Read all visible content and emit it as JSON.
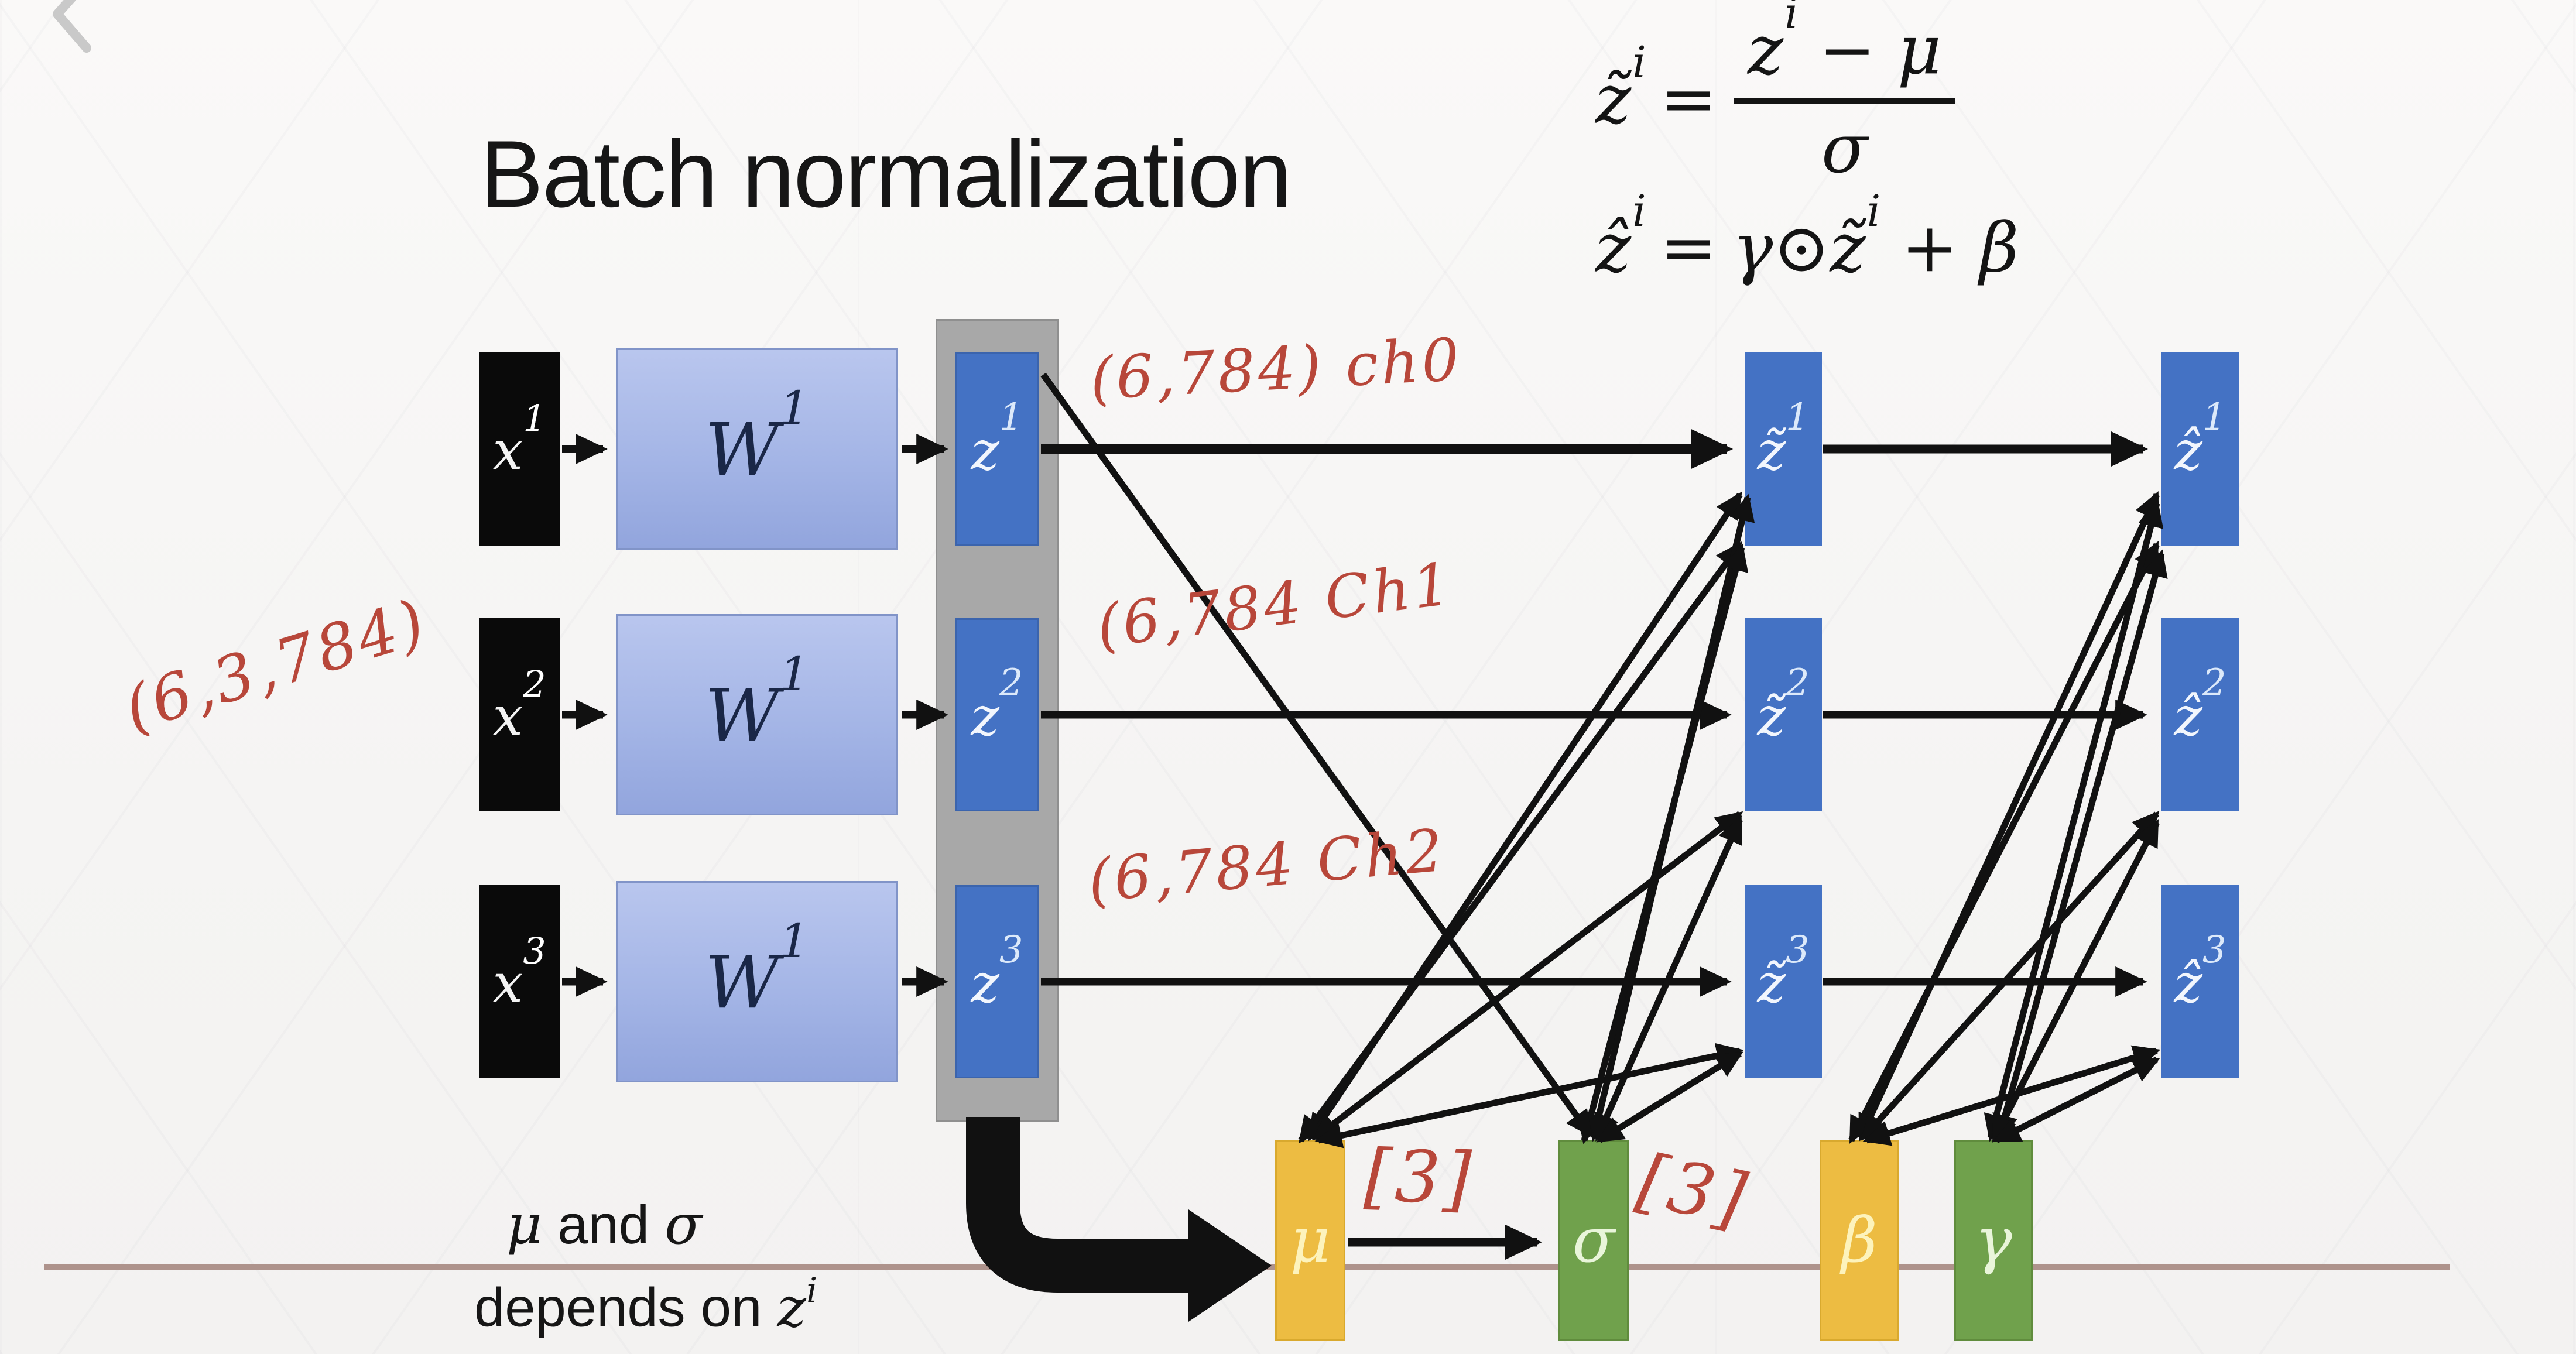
{
  "colors": {
    "ink": "#111111",
    "red": "#b8473a",
    "blue": "#4472c4",
    "blueBorder": "#3b64ad",
    "wTop": "#b9c6ee",
    "wBottom": "#92a5dd",
    "wBorder": "#8194c8",
    "gray": "#a8a8a8",
    "grayBorder": "#8f8f8f",
    "yellow": "#edbc42",
    "yellowBorder": "#d9a92e",
    "green": "#70a14c",
    "greenBorder": "#608c3d",
    "tan": "#ae938c",
    "chevron": "#c9c9c9",
    "text": "#161616"
  },
  "header": {
    "back_icon": "chevron-left"
  },
  "title": "Batch normalization",
  "formulas": {
    "f1": {
      "lhs_base": "z̃",
      "lhs_sup": "i",
      "eq": "=",
      "num_base": "z",
      "num_sup": "i",
      "num_op": " − μ",
      "den": "σ"
    },
    "f2": {
      "lhs_base": "ẑ",
      "lhs_sup": "i",
      "eq": "=",
      "pre": "γ⊙",
      "mid_base": "z̃",
      "mid_sup": "i",
      "post": " + β"
    }
  },
  "nodes": {
    "x": [
      {
        "base": "x",
        "sup": "1"
      },
      {
        "base": "x",
        "sup": "2"
      },
      {
        "base": "x",
        "sup": "3"
      }
    ],
    "w": [
      {
        "base": "W",
        "sup": "1"
      },
      {
        "base": "W",
        "sup": "1"
      },
      {
        "base": "W",
        "sup": "1"
      }
    ],
    "z": [
      {
        "base": "z",
        "sup": "1"
      },
      {
        "base": "z",
        "sup": "2"
      },
      {
        "base": "z",
        "sup": "3"
      }
    ],
    "zt": [
      {
        "base": "z̃",
        "sup": "1"
      },
      {
        "base": "z̃",
        "sup": "2"
      },
      {
        "base": "z̃",
        "sup": "3"
      }
    ],
    "zh": [
      {
        "base": "ẑ",
        "sup": "1"
      },
      {
        "base": "ẑ",
        "sup": "2"
      },
      {
        "base": "ẑ",
        "sup": "3"
      }
    ],
    "mu": "μ",
    "sigma": "σ",
    "beta": "β",
    "gamma": "γ"
  },
  "annotations": {
    "batch_shape": "(6,3,784)",
    "row_shapes": [
      "(6,784) ch0",
      "(6,784  Ch1",
      "(6,784 Ch2"
    ],
    "mu_shape": "[3]",
    "sigma_shape": "[3]"
  },
  "caption": {
    "line1_mu": "μ",
    "line1_mid": " and ",
    "line1_sigma": "σ",
    "line2_pre": "depends on ",
    "line2_z": "z",
    "line2_sup": "i"
  }
}
